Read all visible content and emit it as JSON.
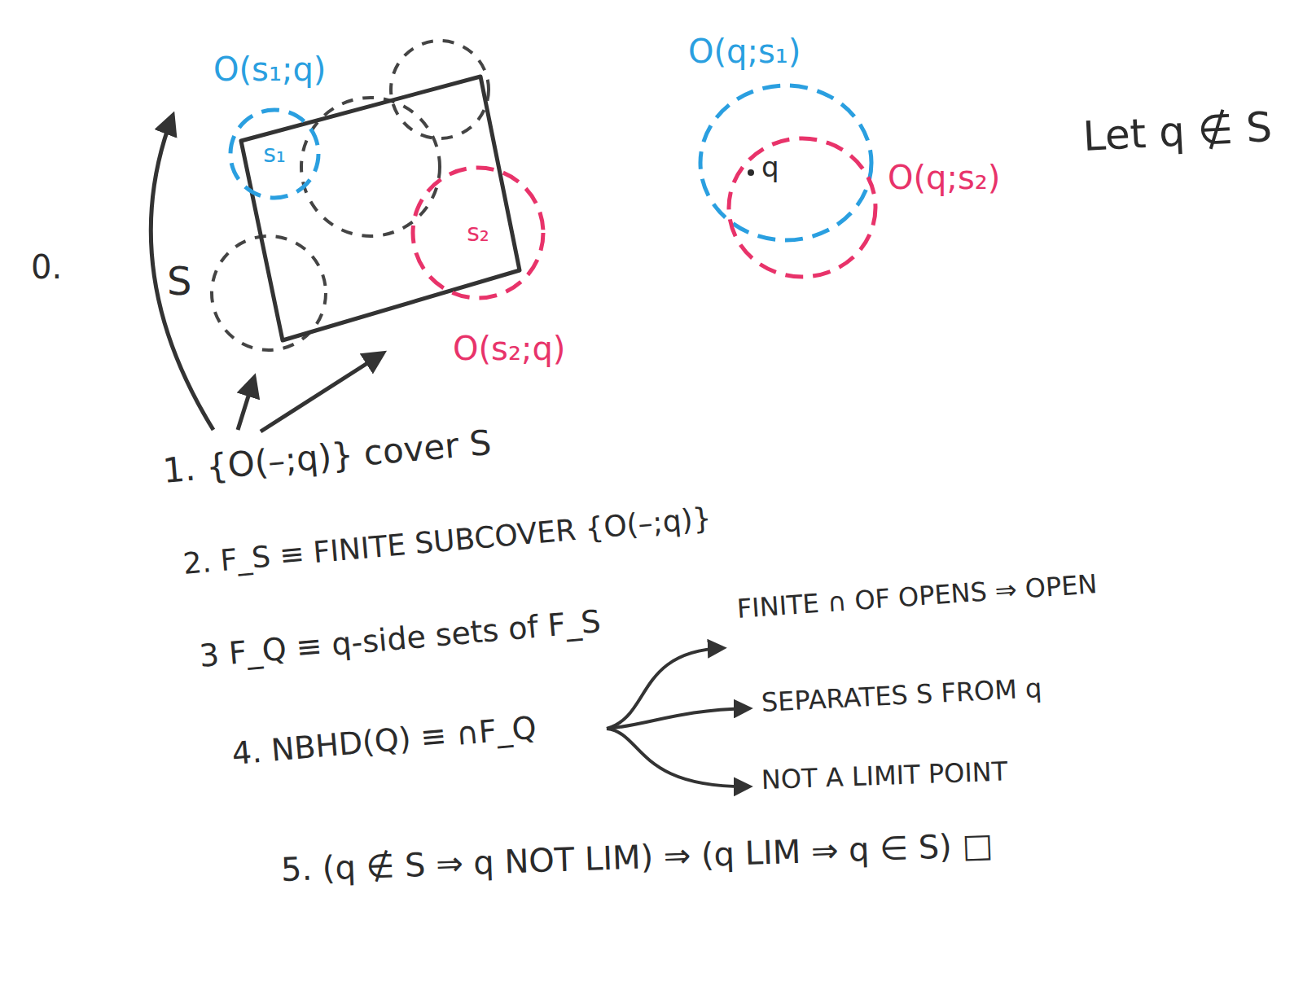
{
  "diagram": {
    "nodes": [
      {
        "text": [
          "S"
        ]
      },
      {
        "text": [
          "s₁",
          "O(s₁;q)"
        ]
      },
      {
        "text": [
          "s₂",
          "O(s₂;q)"
        ]
      }
    ],
    "labels": [
      "O(q;s₁)",
      "O(q;s₂)",
      "q",
      "Let q ∉ S",
      "0.",
      "1. {O(–;q)} cover S",
      "2. F_S ≡ FINITE SUBCOVER {O(–;q)}",
      "3 F_Q ≡ q-side sets of F_S",
      "4. NBHD(Q) ≡ ∩F_Q",
      "FINITE ∩ OF OPENS ⇒ OPEN",
      "SEPARATES S FROM q",
      "NOT A LIMIT POINT",
      "5. (q ∉ S ⇒ q NOT LIM) ⇒ (q LIM ⇒ q ∈ S) □"
    ]
  }
}
